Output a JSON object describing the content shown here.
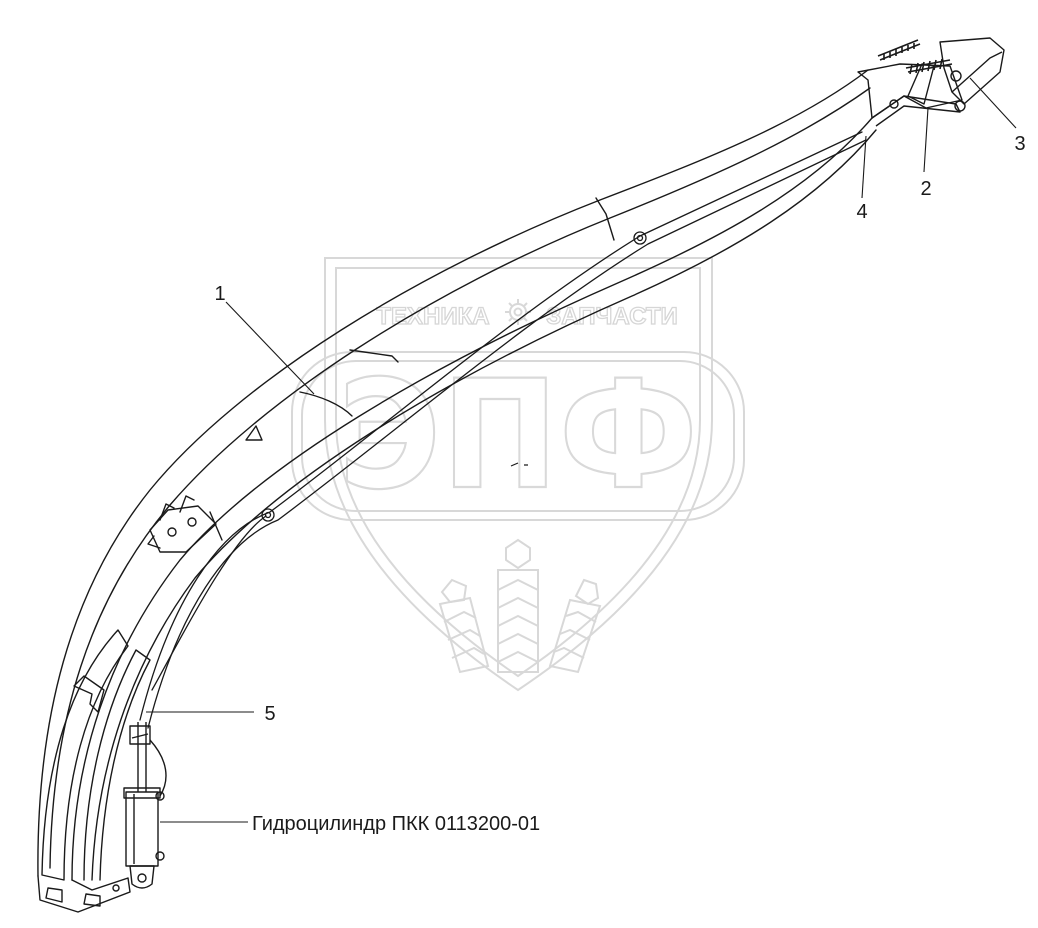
{
  "watermark": {
    "left_word": "ТЕХНИКА",
    "right_word": "ЗАПЧАСТИ",
    "monogram": "ЭПФ"
  },
  "callouts": {
    "c1": "1",
    "c2": "2",
    "c3": "3",
    "c4": "4",
    "c5": "5",
    "cylinder": "Гидроцилиндр ПКК 0113200-01"
  },
  "colors": {
    "line": "#1a1a1a",
    "watermark": "#d6d6d6"
  }
}
